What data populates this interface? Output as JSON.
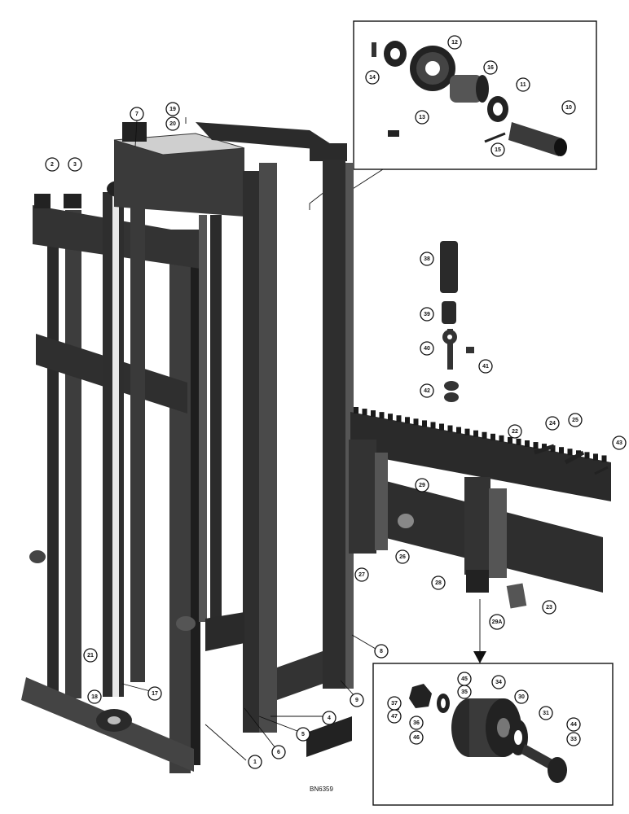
{
  "drawing_code": "BN6359",
  "callouts": [
    {
      "label": "1"
    },
    {
      "label": "2"
    },
    {
      "label": "3"
    },
    {
      "label": "4"
    },
    {
      "label": "5"
    },
    {
      "label": "6"
    },
    {
      "label": "7"
    },
    {
      "label": "8"
    },
    {
      "label": "9"
    },
    {
      "label": "10"
    },
    {
      "label": "11"
    },
    {
      "label": "12"
    },
    {
      "label": "13"
    },
    {
      "label": "14"
    },
    {
      "label": "15"
    },
    {
      "label": "16"
    },
    {
      "label": "17"
    },
    {
      "label": "18"
    },
    {
      "label": "19"
    },
    {
      "label": "20"
    },
    {
      "label": "21"
    },
    {
      "label": "22"
    },
    {
      "label": "23"
    },
    {
      "label": "24"
    },
    {
      "label": "25"
    },
    {
      "label": "26"
    },
    {
      "label": "27"
    },
    {
      "label": "28"
    },
    {
      "label": "29"
    },
    {
      "label": "29A"
    },
    {
      "label": "30"
    },
    {
      "label": "31"
    },
    {
      "label": "33"
    },
    {
      "label": "34"
    },
    {
      "label": "35"
    },
    {
      "label": "36"
    },
    {
      "label": "37"
    },
    {
      "label": "38"
    },
    {
      "label": "39"
    },
    {
      "label": "40"
    },
    {
      "label": "41"
    },
    {
      "label": "42"
    },
    {
      "label": "43"
    },
    {
      "label": "44"
    },
    {
      "label": "45"
    },
    {
      "label": "46"
    },
    {
      "label": "47"
    }
  ]
}
